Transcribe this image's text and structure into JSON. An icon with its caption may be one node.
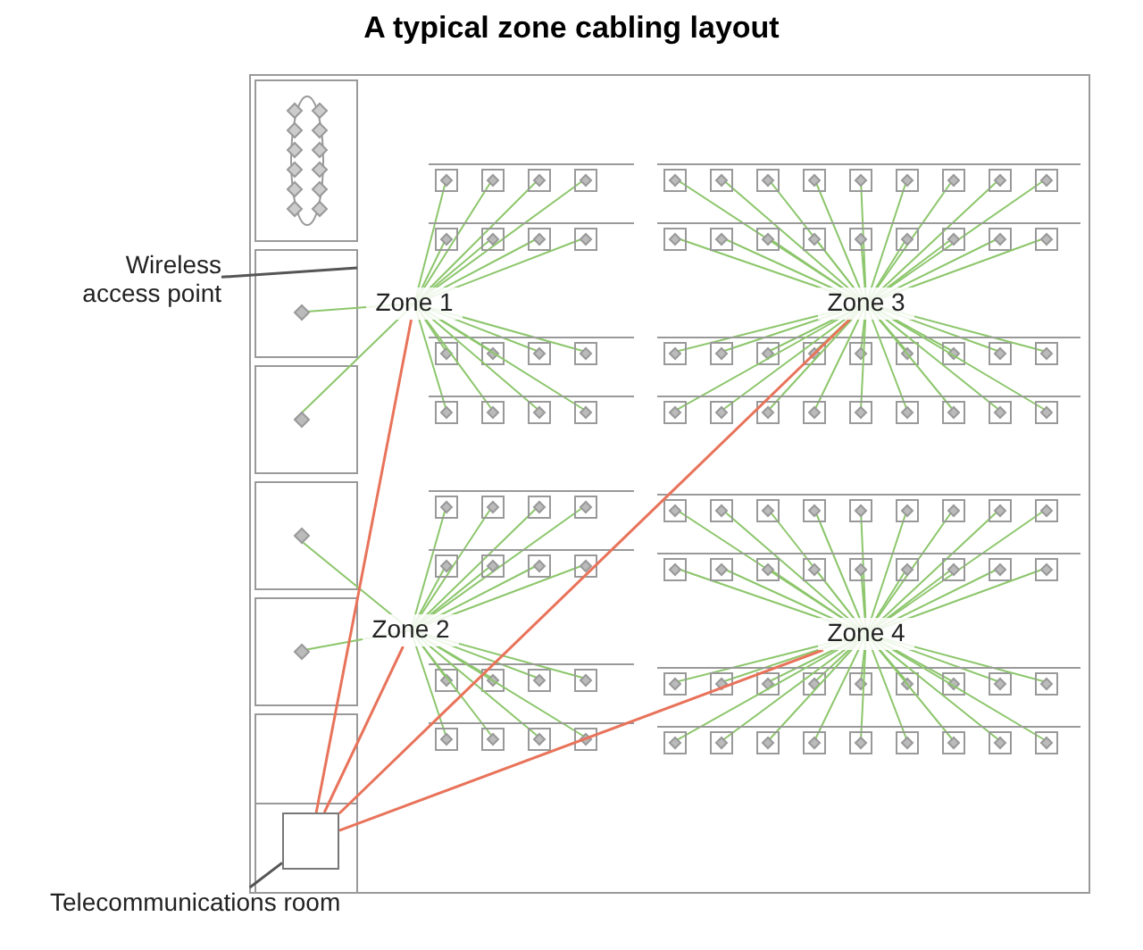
{
  "diagram": {
    "title": "A typical zone cabling layout",
    "nodes": [
      {
        "text": [
          "Wireless access point"
        ]
      },
      {
        "text": [
          "Telecommunications room"
        ]
      },
      {
        "text": [],
        "shape": "box"
      },
      {
        "text": [
          "Zone 1"
        ]
      },
      {
        "text": [
          "Zone 2"
        ]
      },
      {
        "text": [
          "Zone 3"
        ]
      },
      {
        "text": [
          "Zone 4"
        ]
      }
    ],
    "edges": [
      {
        "from": 0,
        "to": null,
        "arrow": "none",
        "color": "#555555"
      },
      {
        "from": 1,
        "to": 2,
        "arrow": "none",
        "color": "#555555"
      },
      {
        "from": 2,
        "to": 3,
        "arrow": "none",
        "color": "#e8735a"
      },
      {
        "from": 2,
        "to": 4,
        "arrow": "none",
        "color": "#e8735a"
      },
      {
        "from": 2,
        "to": 5,
        "arrow": "none",
        "color": "#e8735a"
      },
      {
        "from": 2,
        "to": 6,
        "arrow": "none",
        "color": "#e8735a"
      }
    ]
  }
}
